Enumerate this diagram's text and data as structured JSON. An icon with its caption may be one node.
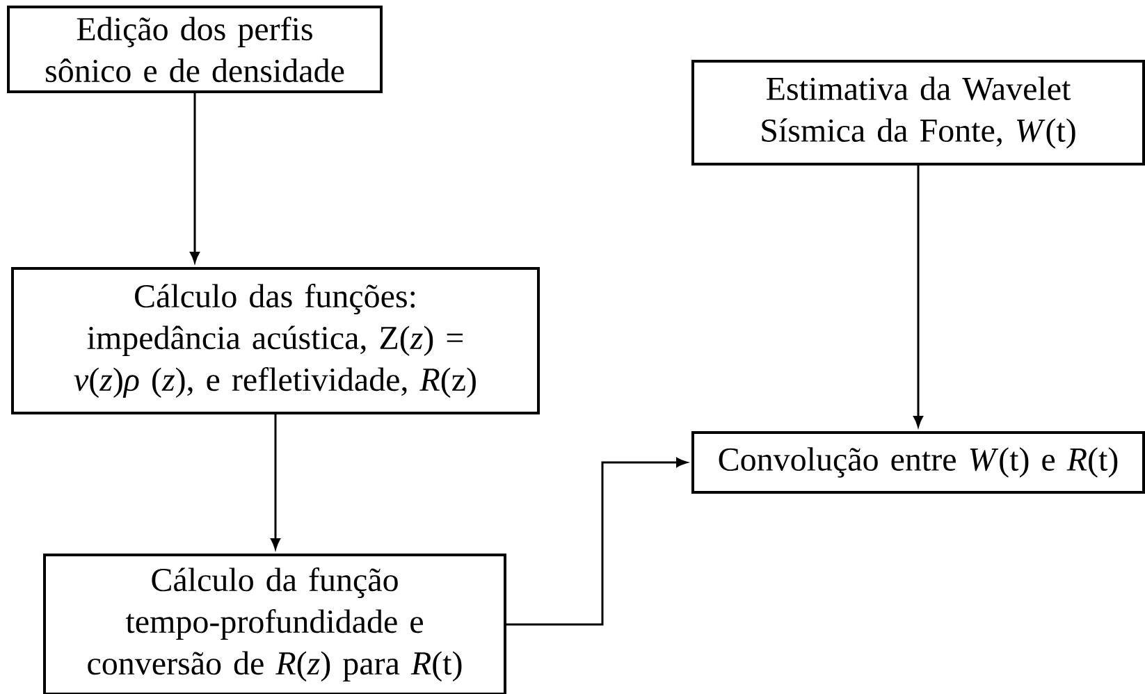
{
  "diagram": {
    "nodes": [
      {
        "text": [
          "Edição dos perfis sônico e de densidade"
        ]
      },
      {
        "text": [
          "Cálculo das funções: impedância acústica, Z(*z*) = *v*(*z*)*ρ* (*z*), e refletividade, *R*(z)"
        ]
      },
      {
        "text": [
          "Cálculo da função tempo-profundidade e conversão de *R*(*z*) para *R*(t)"
        ]
      },
      {
        "text": [
          "Estimativa da Wavelet Sísmica da Fonte, *W*(t)"
        ]
      },
      {
        "text": [
          "Convolução entre *W*(t) e *R*(t)"
        ]
      }
    ],
    "edges": [
      {
        "from": 0,
        "to": 1,
        "arrow": "to"
      },
      {
        "from": 1,
        "to": 2,
        "arrow": "to"
      },
      {
        "from": 2,
        "to": 4,
        "arrow": "to"
      },
      {
        "from": 3,
        "to": 4,
        "arrow": "to"
      }
    ]
  }
}
